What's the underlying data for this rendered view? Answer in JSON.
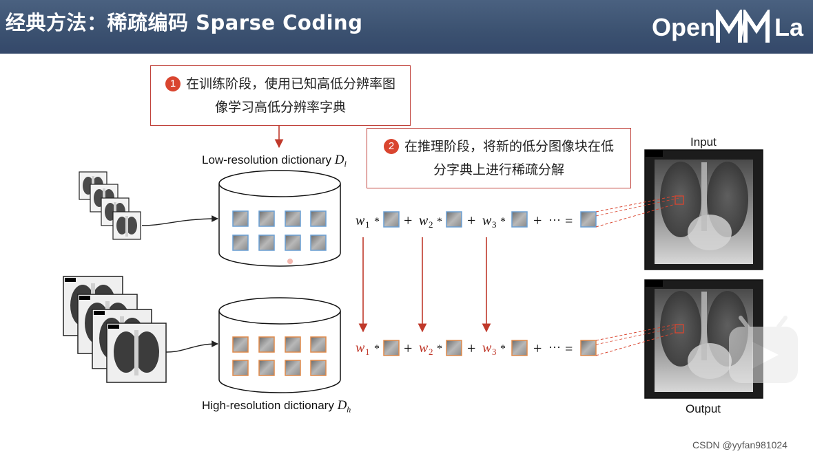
{
  "header": {
    "title": "经典方法：稀疏编码 Sparse Coding",
    "logo_text": "Open",
    "logo_tail": "La"
  },
  "callouts": [
    {
      "number": "1",
      "line1": "在训练阶段，使用已知高低分辨率图",
      "line2": "像学习高低分辨率字典"
    },
    {
      "number": "2",
      "line1": "在推理阶段，将新的低分图像块在低",
      "line2": "分字典上进行稀疏分解"
    }
  ],
  "dictionaries": {
    "low_label": "Low-resolution dictionary",
    "low_symbol": "D",
    "low_sub": "l",
    "high_label": "High-resolution dictionary",
    "high_symbol": "D",
    "high_sub": "h"
  },
  "equation": {
    "w": "w",
    "subs": [
      "1",
      "2",
      "3"
    ],
    "times": "*",
    "plus": "+",
    "ellipsis": "···",
    "equals": "="
  },
  "xray": {
    "input_label": "Input",
    "output_label": "Output"
  },
  "watermark": "CSDN @yyfan981024",
  "colors": {
    "header": "#3b5170",
    "callout_border": "#c0413a",
    "arrow_red": "#c0392b",
    "low_patch_border": "#6a9fd4",
    "high_patch_border": "#e08a4a",
    "high_weight_red": "#c0392b"
  }
}
